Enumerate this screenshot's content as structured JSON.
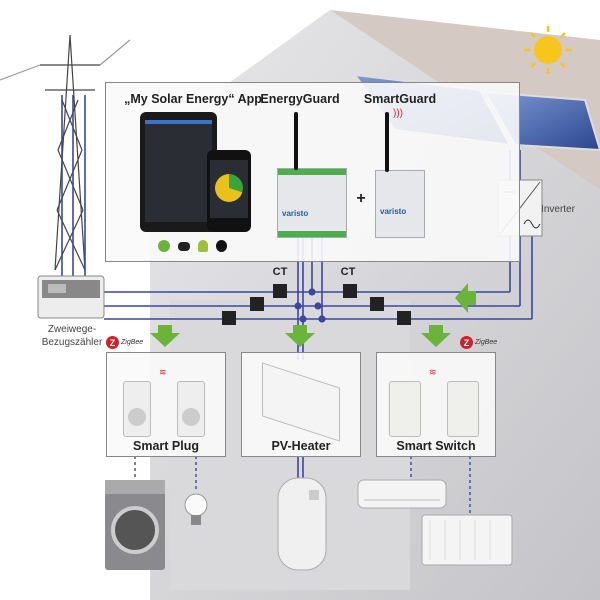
{
  "top_panel": {
    "app_title": "„My Solar Energy“ App",
    "energyguard_title": "EnergyGuard",
    "smartguard_title": "SmartGuard",
    "plus": "+",
    "brand": "varisto",
    "platform_icons": [
      "3g-icon",
      "wifi-icon",
      "android-icon",
      "apple-icon"
    ]
  },
  "inverter_label": "Inverter",
  "ct_labels": [
    "CT",
    "CT"
  ],
  "meter_label_line1": "Zweiwege-",
  "meter_label_line2": "Bezugszähler",
  "zigbee_label": "ZigBee",
  "devices": [
    {
      "label": "Smart Plug"
    },
    {
      "label": "PV-Heater"
    },
    {
      "label": "Smart Switch"
    }
  ],
  "colors": {
    "wire": "#3a47a0",
    "arrow": "#6ab43a",
    "signal": "#e02020",
    "house": "#d6d6d8",
    "panel": "#3b5aa8"
  }
}
